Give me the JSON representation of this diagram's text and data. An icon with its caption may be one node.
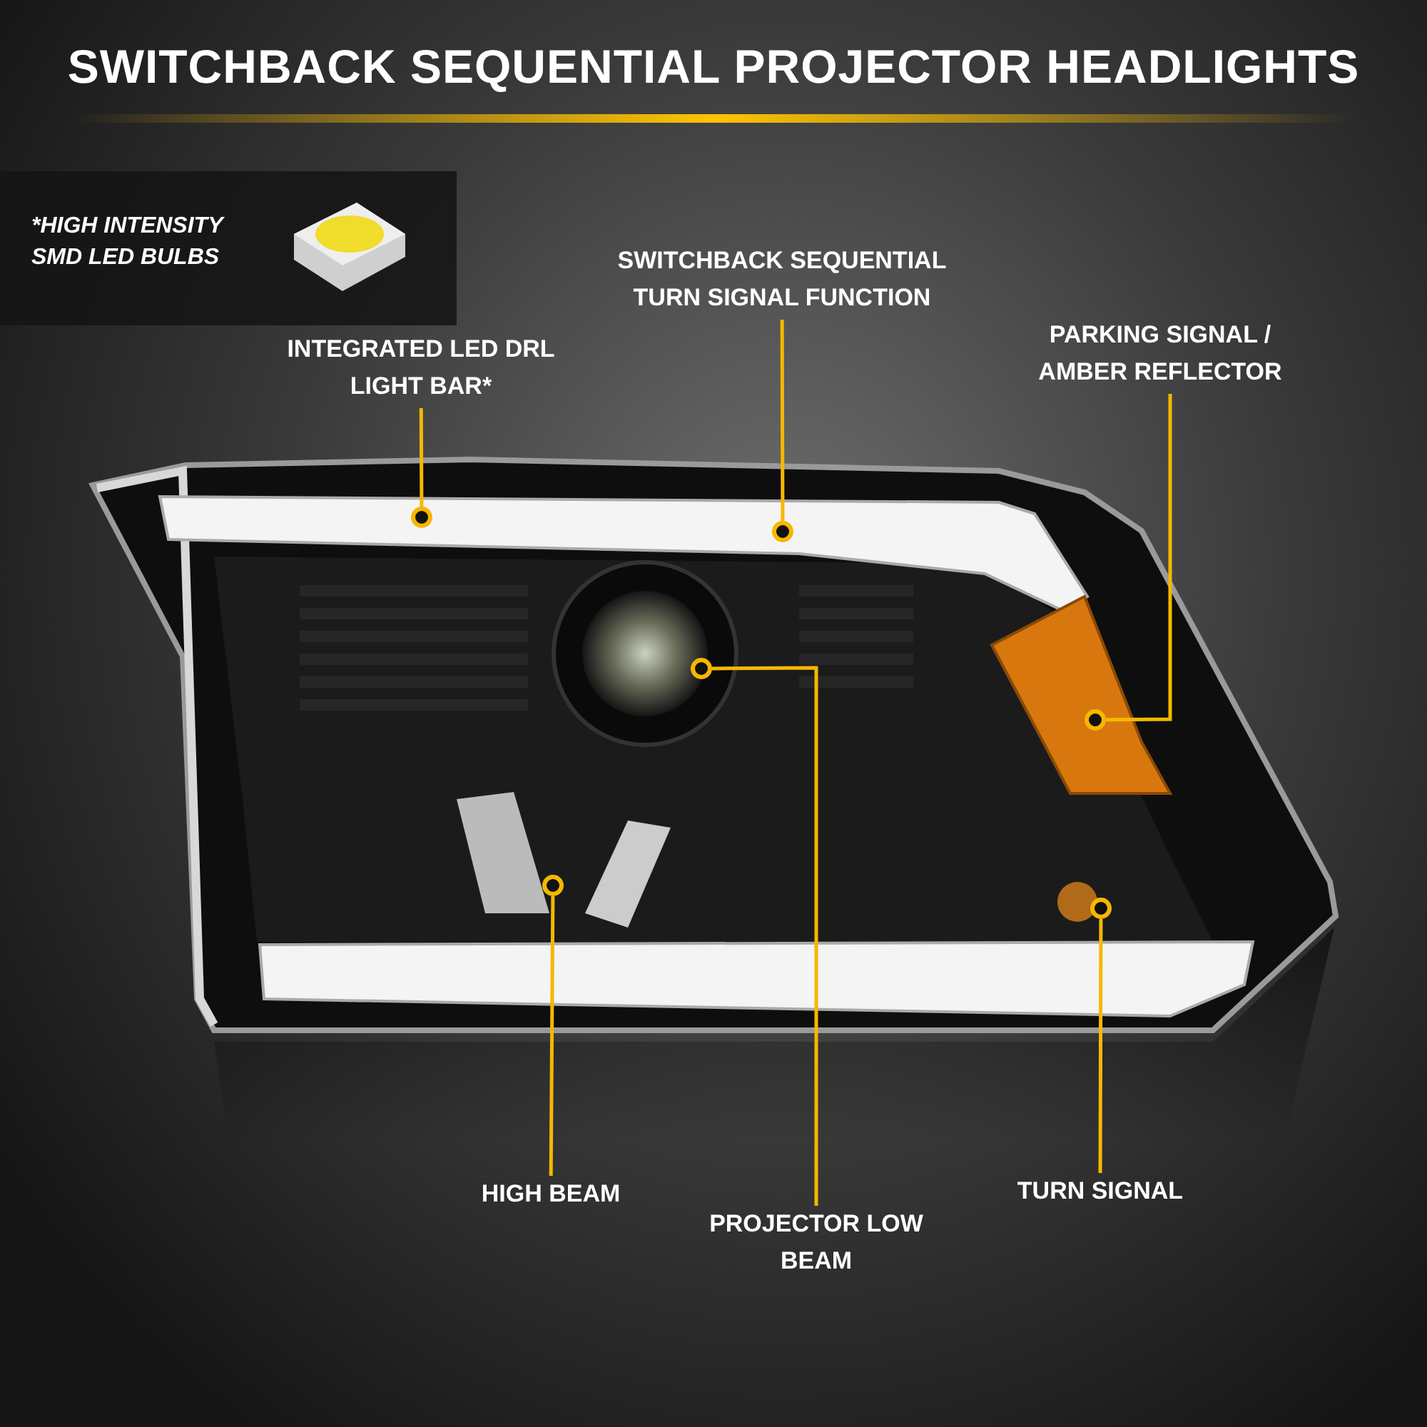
{
  "diagram": {
    "title": "SWITCHBACK SEQUENTIAL PROJECTOR HEADLIGHTS",
    "nodes": [
      {
        "text": [
          "*HIGH INTENSITY SMD LED BULBS"
        ]
      },
      {
        "text": [
          "INTEGRATED LED DRL LIGHT BAR*"
        ]
      },
      {
        "text": [
          "SWITCHBACK SEQUENTIAL TURN SIGNAL FUNCTION"
        ]
      },
      {
        "text": [
          "PARKING SIGNAL / AMBER REFLECTOR"
        ]
      },
      {
        "text": [
          "HIGH BEAM"
        ]
      },
      {
        "text": [
          "PROJECTOR LOW BEAM"
        ]
      },
      {
        "text": [
          "TURN SIGNAL"
        ]
      },
      {
        "text": [],
        "shape": "circle"
      },
      {
        "text": [],
        "shape": "circle"
      },
      {
        "text": [],
        "shape": "circle"
      },
      {
        "text": [],
        "shape": "circle"
      },
      {
        "text": [],
        "shape": "circle"
      },
      {
        "text": [],
        "shape": "circle"
      }
    ],
    "edges": [
      {
        "from": 1,
        "to": 7,
        "arrow": "none"
      },
      {
        "from": 2,
        "to": 8,
        "arrow": "none"
      },
      {
        "from": 3,
        "to": 9,
        "arrow": "none"
      },
      {
        "from": 5,
        "to": 10,
        "arrow": "none"
      },
      {
        "from": 4,
        "to": 11,
        "arrow": "none"
      },
      {
        "from": 6,
        "to": 12,
        "arrow": "none"
      }
    ]
  }
}
